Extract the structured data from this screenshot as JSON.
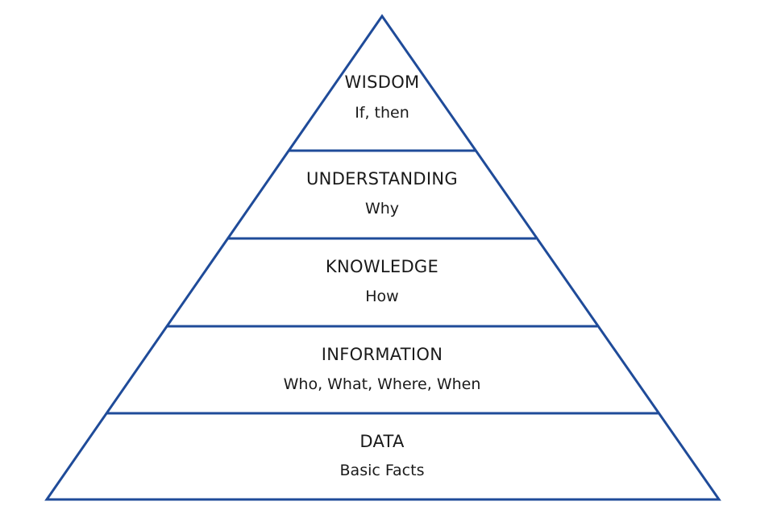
{
  "diagram": {
    "stroke_color": "#1f4b99",
    "tiers": [
      {
        "title": "WISDOM",
        "subtitle": "If, then"
      },
      {
        "title": "UNDERSTANDING",
        "subtitle": "Why"
      },
      {
        "title": "KNOWLEDGE",
        "subtitle": "How"
      },
      {
        "title": "INFORMATION",
        "subtitle": "Who, What, Where, When"
      },
      {
        "title": "DATA",
        "subtitle": "Basic Facts"
      }
    ]
  }
}
